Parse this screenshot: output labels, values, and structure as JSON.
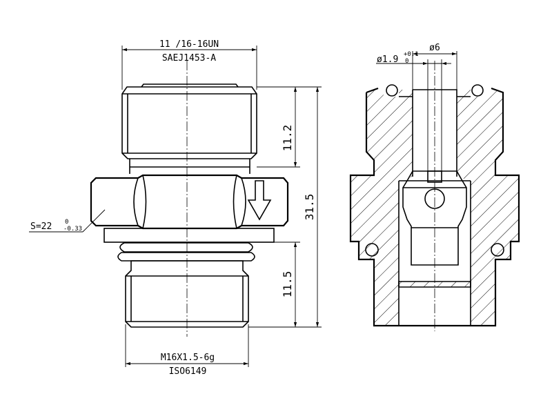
{
  "labels": {
    "top_thread": "11 /16-16UN",
    "top_standard": "SAEJ1453-A",
    "dim_upper": "11.2",
    "dim_total": "31.5",
    "dim_lower": "11.5",
    "hex_size_main": "S=22",
    "hex_tol_upper": "0",
    "hex_tol_lower": "-0.33",
    "bottom_thread": "M16X1.5-6g",
    "bottom_standard": "ISO6149",
    "orifice_dia": "ø1.9",
    "orifice_tol": "+0.1",
    "orifice_tol_lower": "0",
    "bore_dia": "ø6"
  }
}
